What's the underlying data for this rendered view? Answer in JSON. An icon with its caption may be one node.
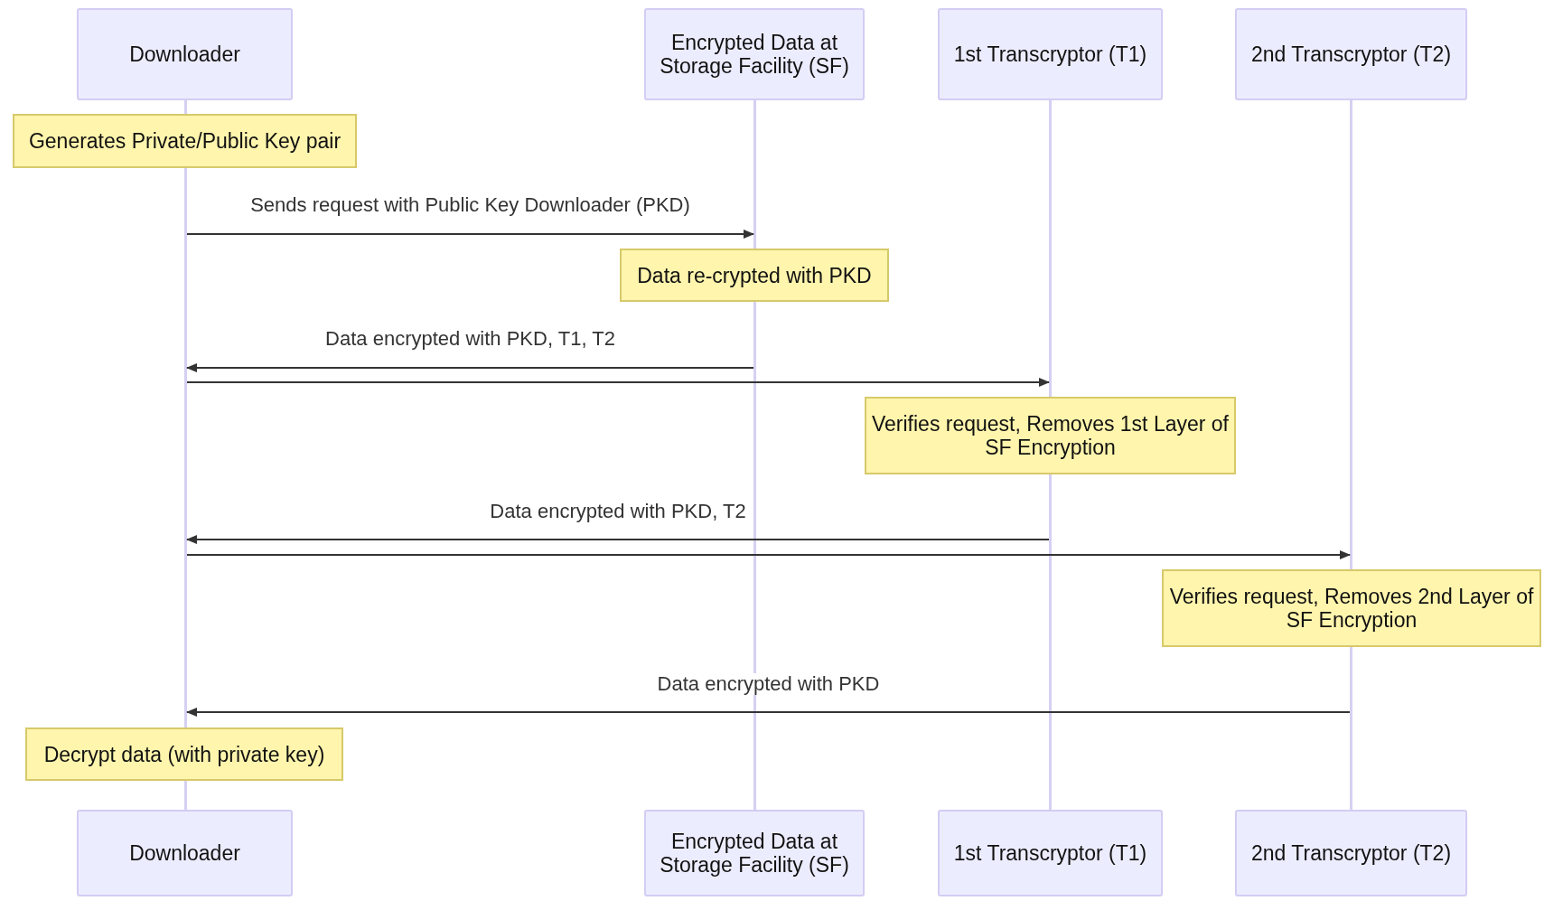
{
  "diagram": {
    "nodes": [
      {
        "text": [
          "Downloader"
        ]
      },
      {
        "text": [
          "Encrypted Data at Storage Facility (SF)"
        ]
      },
      {
        "text": [
          "1st Transcryptor (T1)"
        ]
      },
      {
        "text": [
          "2nd Transcryptor (T2)"
        ]
      },
      {
        "text": [
          "Generates Private/Public Key pair"
        ]
      },
      {
        "text": [
          "Data re-crypted with PKD"
        ]
      },
      {
        "text": [
          "Verifies request, Removes 1st Layer of SF Encryption"
        ]
      },
      {
        "text": [
          "Verifies request, Removes 2nd Layer of SF Encryption"
        ]
      },
      {
        "text": [
          "Decrypt data (with private key)"
        ]
      },
      {
        "text": [
          "Downloader"
        ]
      },
      {
        "text": [
          "Encrypted Data at Storage Facility (SF)"
        ]
      },
      {
        "text": [
          "1st Transcryptor (T1)"
        ]
      },
      {
        "text": [
          "2nd Transcryptor (T2)"
        ]
      },
      {
        "text": [],
        "shape": "line"
      },
      {
        "text": [],
        "shape": "line"
      },
      {
        "text": [],
        "shape": "line"
      },
      {
        "text": [],
        "shape": "line"
      },
      {
        "text": [],
        "shape": "line"
      },
      {
        "text": [],
        "shape": "line"
      },
      {
        "text": [],
        "shape": "line"
      },
      {
        "text": [],
        "shape": "line"
      },
      {
        "text": [],
        "shape": "line"
      }
    ],
    "edges": [
      {
        "from": 13,
        "to": 14,
        "arrow": "to",
        "label": "Sends request with Public Key Downloader (PKD)"
      },
      {
        "from": 15,
        "to": 13,
        "arrow": "to",
        "label": "Data encrypted with PKD, T1, T2"
      },
      {
        "from": 13,
        "to": 16,
        "arrow": "to"
      },
      {
        "from": 17,
        "to": 13,
        "arrow": "to",
        "label": "Data encrypted with PKD, T2"
      },
      {
        "from": 13,
        "to": 18,
        "arrow": "to"
      },
      {
        "from": 19,
        "to": 13,
        "arrow": "to",
        "label": "Data encrypted with PKD"
      }
    ]
  }
}
